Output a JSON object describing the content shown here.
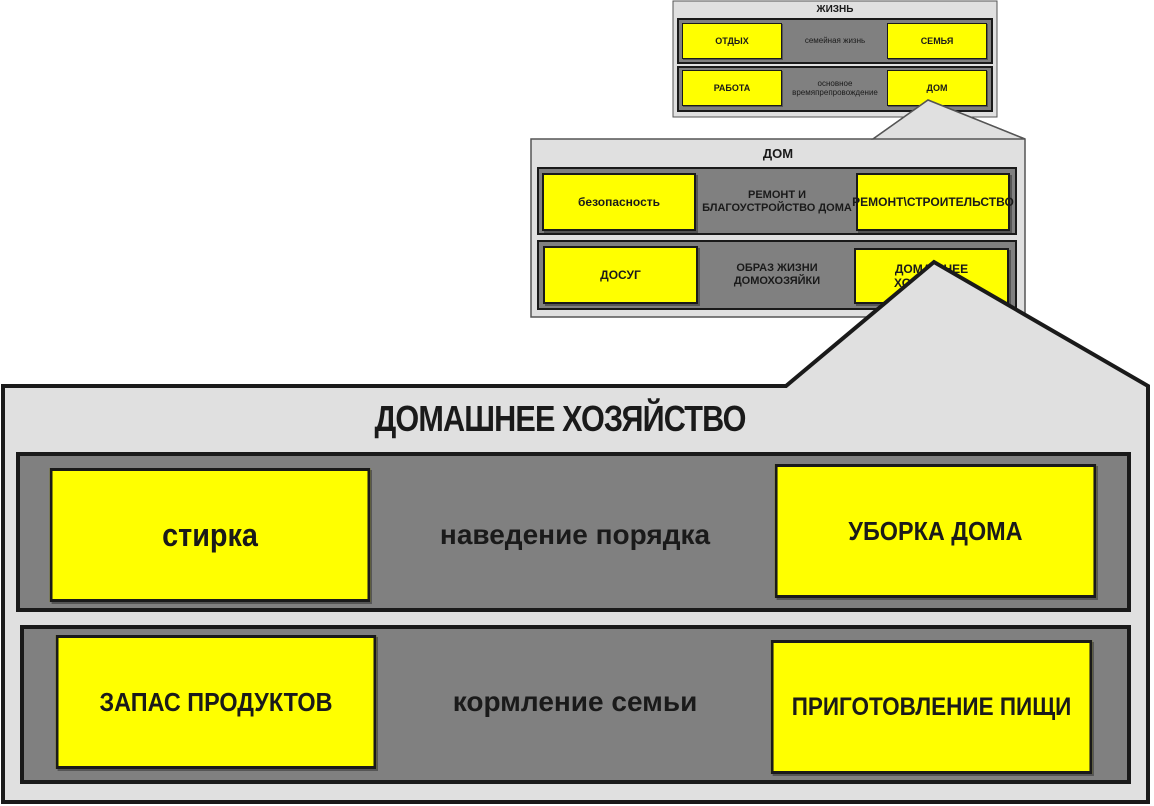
{
  "colors": {
    "panel": "#e0e0e0",
    "band": "#808080",
    "box": "#ffff00",
    "outline": "#1a1a1a"
  },
  "level1": {
    "title": "ЖИЗНЬ",
    "rows": [
      {
        "left": "ОТДЫХ",
        "middle": "семейная жизнь",
        "right": "СЕМЬЯ"
      },
      {
        "left": "РАБОТА",
        "middle": "основное времяпрепровождение",
        "right": "ДОМ"
      }
    ]
  },
  "level2": {
    "title": "ДОМ",
    "rows": [
      {
        "left": "безопасность",
        "middle": "РЕМОНТ И БЛАГОУСТРОЙСТВО ДОМА",
        "right": "РЕМОНТ\\СТРОИТЕЛЬСТВО"
      },
      {
        "left": "ДОСУГ",
        "middle": "ОБРАЗ ЖИЗНИ ДОМОХОЗЯЙКИ",
        "right": "ДОМАШНЕЕ ХОЗЯЙСТВО"
      }
    ]
  },
  "level3": {
    "title": "ДОМАШНЕЕ ХОЗЯЙСТВО",
    "rows": [
      {
        "left": "стирка",
        "middle": "наведение порядка",
        "right": "УБОРКА ДОМА"
      },
      {
        "left": "ЗАПАС ПРОДУКТОВ",
        "middle": "кормление семьи",
        "right": "ПРИГОТОВЛЕНИЕ ПИЩИ"
      }
    ]
  }
}
